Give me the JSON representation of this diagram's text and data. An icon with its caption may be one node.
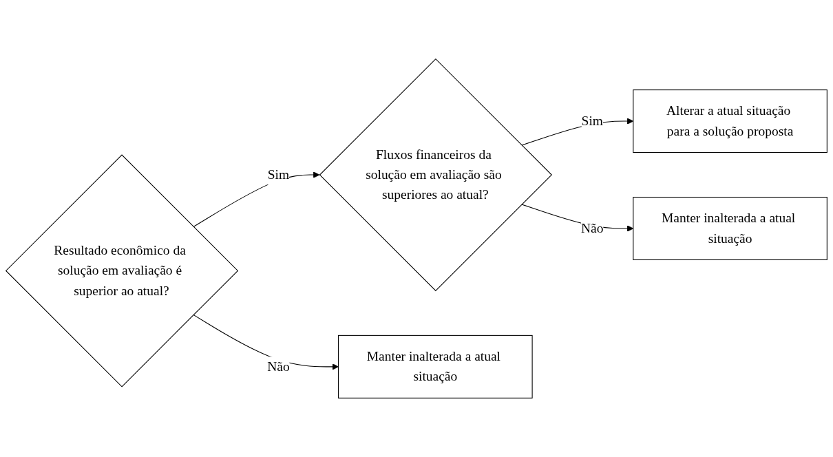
{
  "diagram": {
    "nodes": [
      {
        "text": [
          "Resultado econômico da solução em avaliação é superior ao atual?"
        ]
      },
      {
        "text": [
          "Fluxos financeiros da solução em avaliação são superiores ao atual?"
        ]
      },
      {
        "text": [
          "Alterar a atual situação para a solução proposta"
        ]
      },
      {
        "text": [
          "Manter inalterada a atual situação"
        ]
      },
      {
        "text": [
          "Manter inalterada a atual situação"
        ]
      }
    ],
    "edges": [
      {
        "from": 0,
        "to": 1,
        "arrow": "to",
        "label": "Sim"
      },
      {
        "from": 1,
        "to": 2,
        "arrow": "to",
        "label": "Sim"
      },
      {
        "from": 0,
        "to": 3,
        "arrow": "to",
        "label": "Não"
      },
      {
        "from": 1,
        "to": 4,
        "arrow": "to",
        "label": "Não"
      }
    ]
  }
}
